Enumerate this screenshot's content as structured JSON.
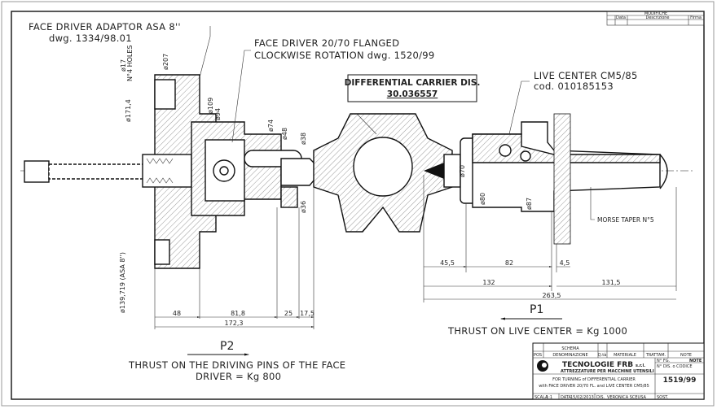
{
  "labels": {
    "adaptor_title": "FACE DRIVER ADAPTOR ASA 8''",
    "adaptor_dwg": "dwg. 1334/98.01",
    "face_driver_title": "FACE DRIVER 20/70 FLANGED",
    "face_driver_dwg": "CLOCKWISE ROTATION dwg. 1520/99",
    "carrier_title": "DIFFERENTIAL CARRIER DIS.",
    "carrier_code": "30.036557",
    "live_center_title": "LIVE CENTER CM5/85",
    "live_center_code": "cod. 010185153",
    "morse_taper": "MORSE TAPER N°5"
  },
  "diameters": {
    "d17": "ø17",
    "holes": "N°4 HOLES",
    "d207": "ø207",
    "d171": "ø171,4",
    "d109": "ø109",
    "d94": "ø94",
    "d74": "ø74",
    "d48": "ø48",
    "d38": "ø38",
    "d36": "ø36",
    "d70": "ø70",
    "d80": "ø80",
    "d87": "ø87",
    "d139": "ø139,719 (ASA 8'')"
  },
  "dimensions_left": [
    "48",
    "81,8",
    "25",
    "17,5",
    "172,3"
  ],
  "dimensions_right": [
    "45,5",
    "82",
    "4,5",
    "132",
    "131,5",
    "263,5"
  ],
  "thrust": {
    "p1": "P1",
    "p1_text": "THRUST ON LIVE CENTER = Kg 1000",
    "p2": "P2",
    "p2_line1": "THRUST ON THE DRIVING PINS OF THE FACE",
    "p2_line2": "DRIVER = Kg 800"
  },
  "revision_block": {
    "title": "MODIFICHE",
    "col_data": "Data",
    "col_desc": "Descrizione",
    "col_firma": "Firma"
  },
  "title_block": {
    "schema": "SCHEMA",
    "pos": "POS",
    "denominazione": "DENOMINAZIONE",
    "qta": "Q.tà",
    "materiale": "MATERIALE",
    "trattam": "TRATTAM.",
    "note": "NOTE",
    "company": "TECNOLOGIE FRB",
    "company_suffix": "s.r.l.",
    "company_sub": "ATTREZZATURE PER MACCHINE UTENSILI",
    "desc_line1": "FOR TURNING of DIFFERENTIAL CARRIER",
    "desc_line2": "with FACE DRIVER 20/70 FL. and LIVE CENTER CM5/85",
    "n_fg": "N° FG.",
    "note_value": "NOTE",
    "dis_code_label": "N° DIS. o CODICE",
    "drawing_number": "1519/99",
    "scale_label": "SCALA",
    "scale": "1:1",
    "date_label": "DATA",
    "date": "15/02/2013",
    "drawn_label": "DIS.",
    "drawn_by": "VERONICA SCEUSA",
    "sost_label": "SOST."
  }
}
